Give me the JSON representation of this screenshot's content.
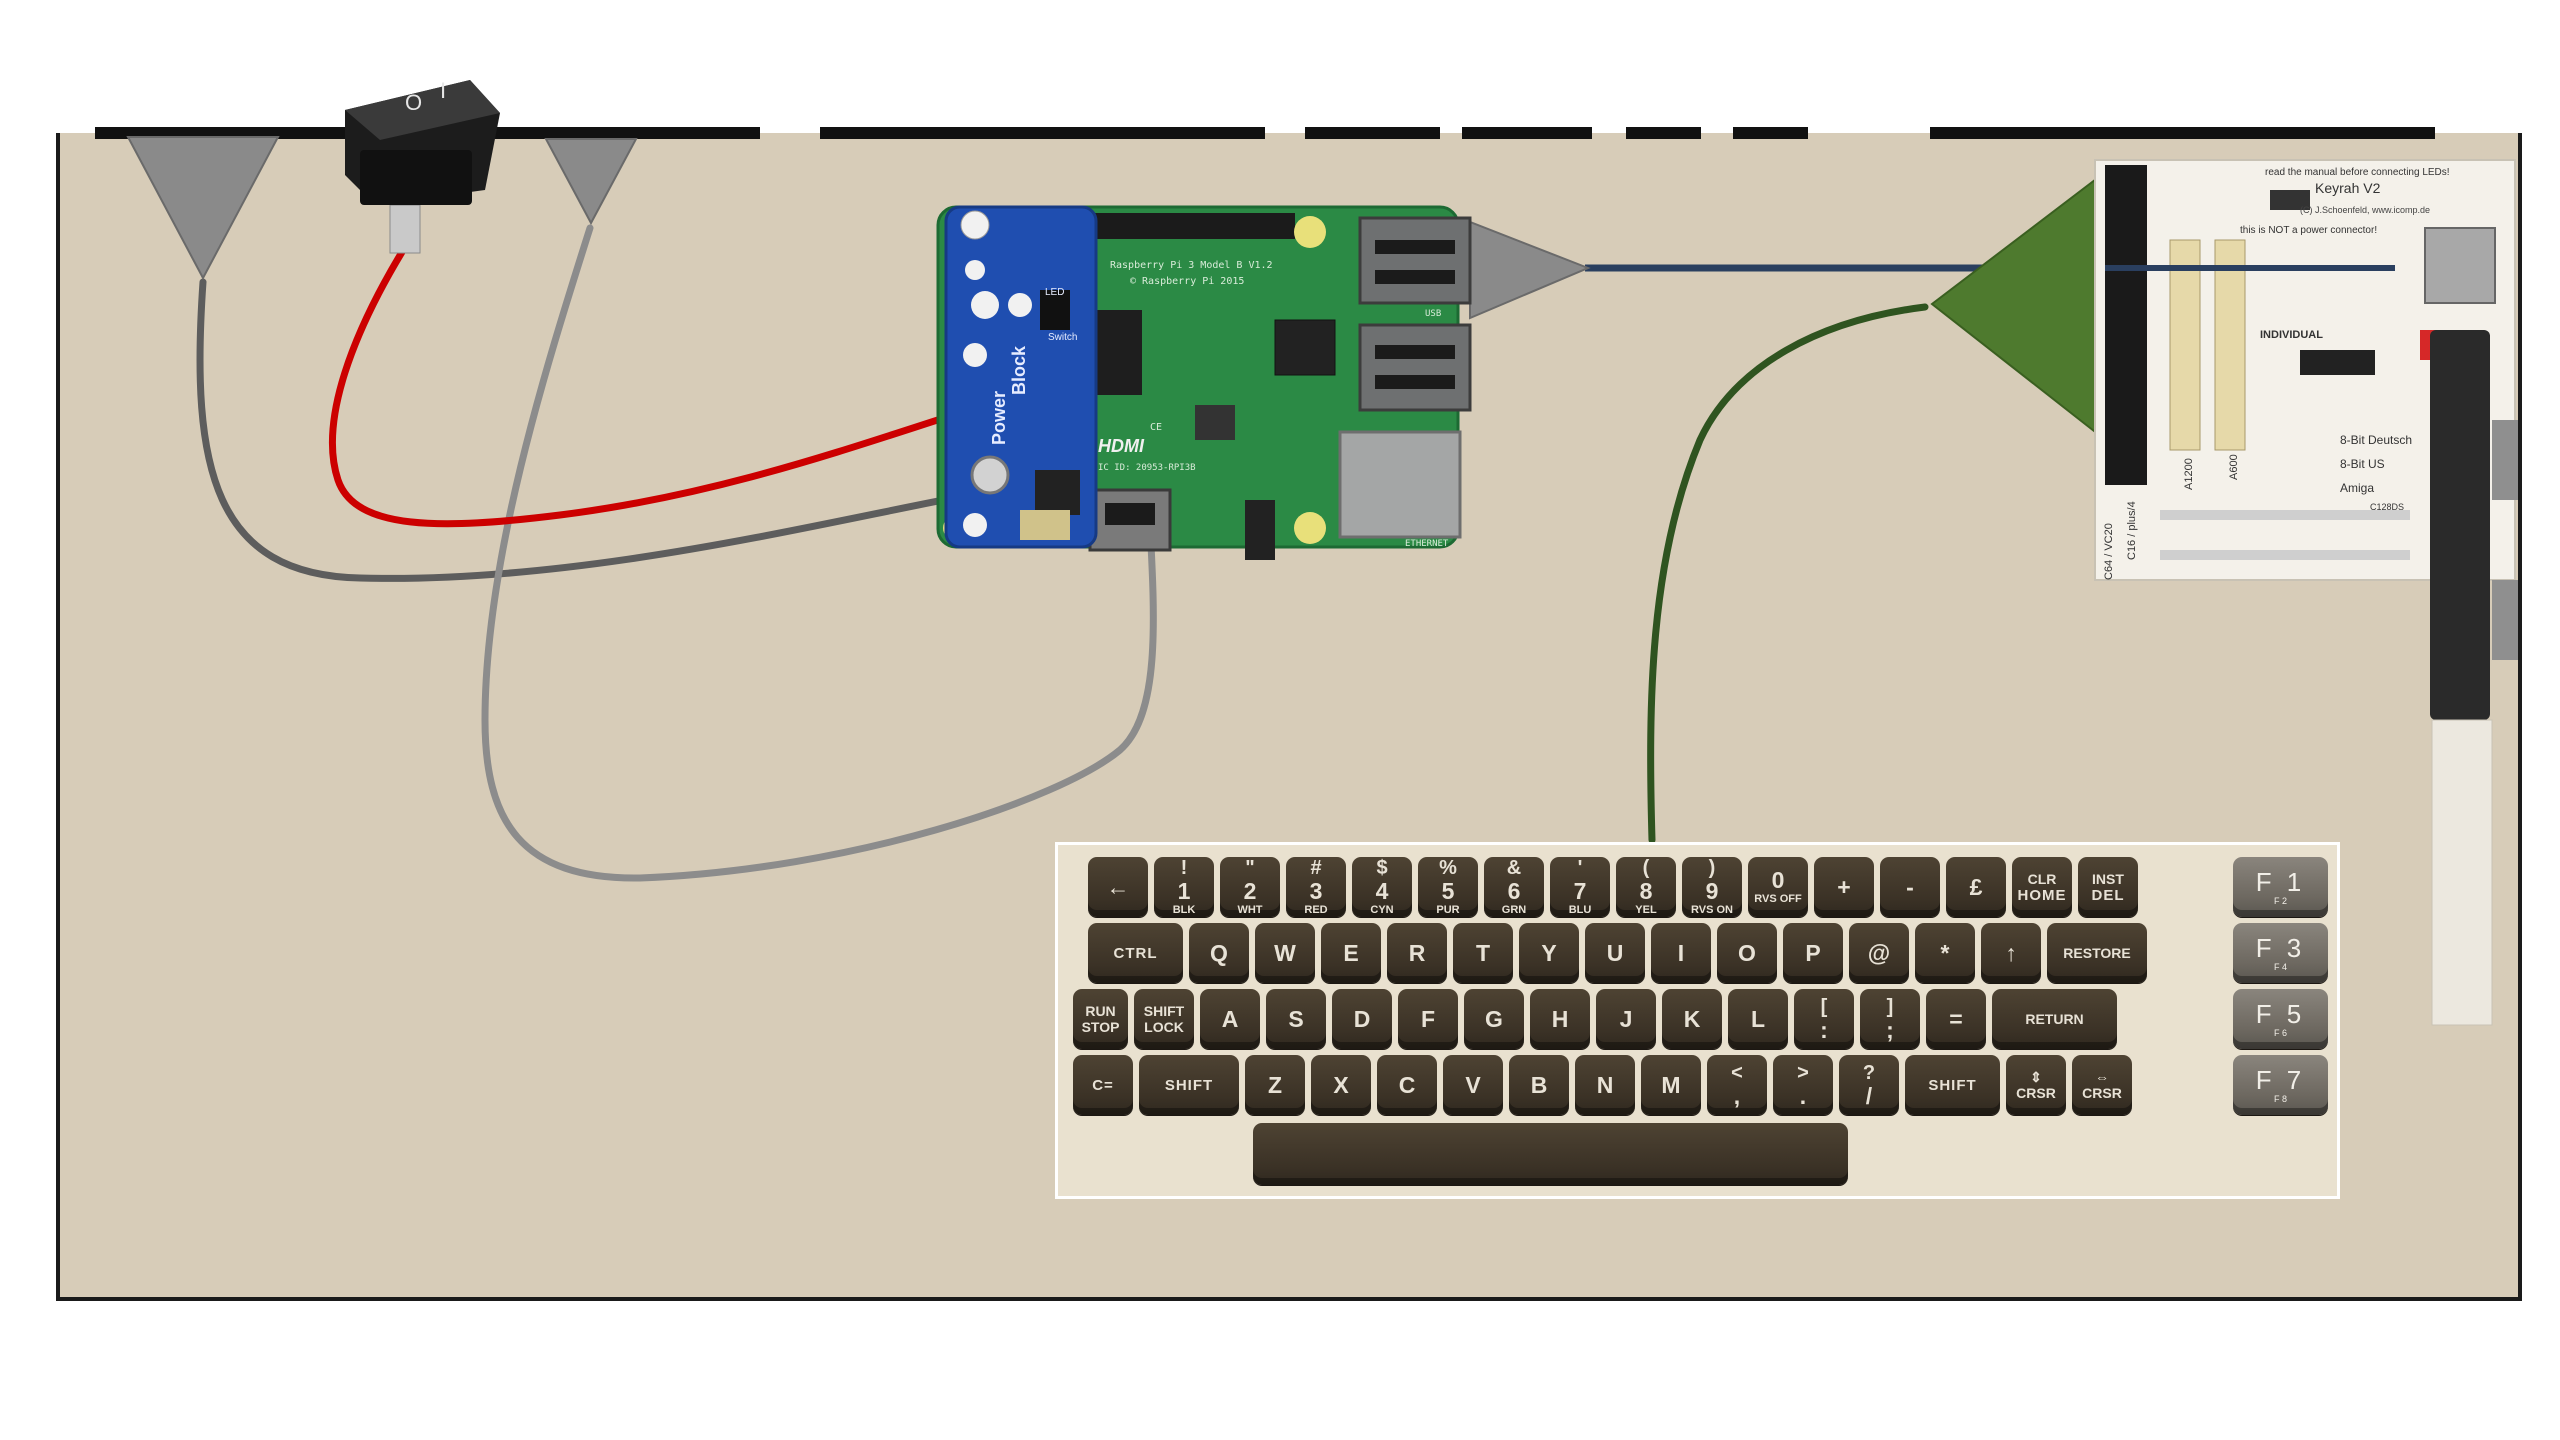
{
  "diagram": {
    "pi_board": {
      "lines": [
        "Raspberry Pi 3 Model B V1.2",
        "© Raspberry Pi 2015",
        "HDMI",
        "IC ID: 20953-RPI3B",
        "CE",
        "ETHERNET",
        "USB"
      ]
    },
    "hat": {
      "lines": [
        "Power",
        "Block",
        "LED",
        "Switch"
      ]
    },
    "keyrah": {
      "lines": [
        "read the manual before connecting LEDs!",
        "Keyrah V2",
        "(C) J.Schoenfeld, www.icomp.de",
        "this is NOT a power connector!",
        "INDIVIDUAL",
        "8-Bit Deutsch",
        "8-Bit US",
        "Amiga",
        "A1200",
        "A600",
        "C16 / plus/4",
        "C64 / VC20",
        "C128DS"
      ]
    },
    "switch": {
      "on_symbol": "I",
      "off_symbol": "O"
    },
    "colors": {
      "case": "#d7ccb8",
      "wire_red": "#cc0000",
      "wire_dark": "#5d5d5d",
      "wire_grey": "#8c8c8c",
      "wire_green": "#2f5420",
      "wire_navy": "#2a3f5f",
      "pcb_green": "#2b8a45",
      "hat_blue": "#1f4eb0",
      "keyrah_white": "#f4f1ea"
    }
  },
  "keyboard": {
    "rows": [
      [
        {
          "main": "←",
          "sub": ""
        },
        {
          "top": "!",
          "main": "1",
          "sub": "BLK"
        },
        {
          "top": "\"",
          "main": "2",
          "sub": "WHT"
        },
        {
          "top": "#",
          "main": "3",
          "sub": "RED"
        },
        {
          "top": "$",
          "main": "4",
          "sub": "CYN"
        },
        {
          "top": "%",
          "main": "5",
          "sub": "PUR"
        },
        {
          "top": "&",
          "main": "6",
          "sub": "GRN"
        },
        {
          "top": "'",
          "main": "7",
          "sub": "BLU"
        },
        {
          "top": "(",
          "main": "8",
          "sub": "YEL"
        },
        {
          "top": ")",
          "main": "9",
          "sub": "RVS ON"
        },
        {
          "top": "",
          "main": "0",
          "sub": "RVS OFF"
        },
        {
          "main": "+",
          "sub": ""
        },
        {
          "main": "-",
          "sub": ""
        },
        {
          "main": "£",
          "sub": ""
        },
        {
          "top": "CLR",
          "main": "HOME",
          "sub": "",
          "cls": "small"
        },
        {
          "top": "INST",
          "main": "DEL",
          "sub": "",
          "cls": "small"
        }
      ],
      [
        {
          "main": "CTRL",
          "sub": "",
          "cls": "small"
        },
        {
          "main": "Q",
          "sub": ""
        },
        {
          "main": "W",
          "sub": ""
        },
        {
          "main": "E",
          "sub": ""
        },
        {
          "main": "R",
          "sub": ""
        },
        {
          "main": "T",
          "sub": ""
        },
        {
          "main": "Y",
          "sub": ""
        },
        {
          "main": "U",
          "sub": ""
        },
        {
          "main": "I",
          "sub": ""
        },
        {
          "main": "O",
          "sub": ""
        },
        {
          "main": "P",
          "sub": ""
        },
        {
          "main": "@",
          "sub": ""
        },
        {
          "main": "*",
          "sub": ""
        },
        {
          "main": "↑",
          "sub": ""
        },
        {
          "main": "RESTORE",
          "sub": "",
          "cls": "tiny"
        }
      ],
      [
        {
          "top": "RUN",
          "main": "STOP",
          "sub": "",
          "cls": "tiny"
        },
        {
          "top": "SHIFT",
          "main": "LOCK",
          "sub": "",
          "cls": "tiny"
        },
        {
          "main": "A",
          "sub": ""
        },
        {
          "main": "S",
          "sub": ""
        },
        {
          "main": "D",
          "sub": ""
        },
        {
          "main": "F",
          "sub": ""
        },
        {
          "main": "G",
          "sub": ""
        },
        {
          "main": "H",
          "sub": ""
        },
        {
          "main": "J",
          "sub": ""
        },
        {
          "main": "K",
          "sub": ""
        },
        {
          "main": "L",
          "sub": ""
        },
        {
          "top": "[",
          "main": ":",
          "sub": ""
        },
        {
          "top": "]",
          "main": ";",
          "sub": ""
        },
        {
          "main": "=",
          "sub": ""
        },
        {
          "main": "RETURN",
          "sub": "",
          "cls": "tiny"
        }
      ],
      [
        {
          "main": "C=",
          "sub": "",
          "cls": "small"
        },
        {
          "main": "SHIFT",
          "sub": "",
          "cls": "small"
        },
        {
          "main": "Z",
          "sub": ""
        },
        {
          "main": "X",
          "sub": ""
        },
        {
          "main": "C",
          "sub": ""
        },
        {
          "main": "V",
          "sub": ""
        },
        {
          "main": "B",
          "sub": ""
        },
        {
          "main": "N",
          "sub": ""
        },
        {
          "main": "M",
          "sub": ""
        },
        {
          "top": "<",
          "main": ",",
          "sub": ""
        },
        {
          "top": ">",
          "main": ".",
          "sub": ""
        },
        {
          "top": "?",
          "main": "/",
          "sub": ""
        },
        {
          "main": "SHIFT",
          "sub": "",
          "cls": "small"
        },
        {
          "top": "⇕",
          "main": "CRSR",
          "sub": "",
          "cls": "tiny"
        },
        {
          "top": "⇔",
          "main": "CRSR",
          "sub": "",
          "cls": "tiny"
        }
      ]
    ],
    "function_keys": [
      {
        "main": "F 1",
        "sub": "F 2"
      },
      {
        "main": "F 3",
        "sub": "F 4"
      },
      {
        "main": "F 5",
        "sub": "F 6"
      },
      {
        "main": "F 7",
        "sub": "F 8"
      }
    ]
  }
}
